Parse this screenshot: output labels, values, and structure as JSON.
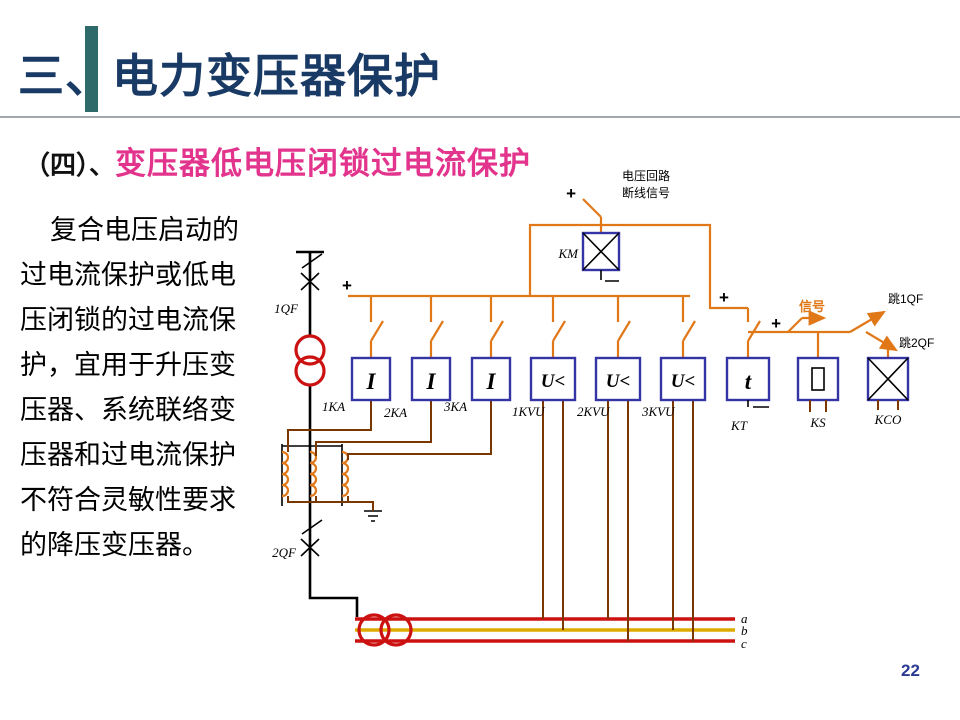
{
  "slide": {
    "title": "三、电力变压器保护",
    "subtitle_prefix": "（四）、",
    "subtitle": "变压器低电压闭锁过电流保护",
    "body_lines": [
      "复合电压启动的",
      "过电流保护或低电",
      "压闭锁的过电流保",
      "护，宜用于升压变",
      "压器、系统联络变",
      "压器和过电流保护",
      "不符合灵敏性要求",
      "的降压变压器。"
    ],
    "page_number": "22"
  },
  "diagram": {
    "breaker1": "1QF",
    "breaker2": "2QF",
    "km_label": "KM",
    "supervision_line1": "电压回路",
    "supervision_line2": "断线信号",
    "plus": "+",
    "signal_label": "信号",
    "trip1": "跳1QF",
    "trip2": "跳2QF",
    "relays": [
      {
        "symbol": "I",
        "label": "1KA"
      },
      {
        "symbol": "I",
        "label": "2KA"
      },
      {
        "symbol": "I",
        "label": "3KA"
      },
      {
        "symbol": "U<",
        "label": "1KVU"
      },
      {
        "symbol": "U<",
        "label": "2KVU"
      },
      {
        "symbol": "U<",
        "label": "3KVU"
      },
      {
        "symbol": "t",
        "label": "KT"
      },
      {
        "symbol": "",
        "label": "KS"
      },
      {
        "symbol": "",
        "label": "KCO"
      }
    ],
    "phases": [
      "a",
      "b",
      "c"
    ],
    "colors": {
      "control_wire": "#E07818",
      "current_wire": "#7A3800",
      "relay_border": "#3434A4",
      "bus_red": "#CC1111",
      "bus_yellow": "#DDAA00",
      "transformer": "#CC1111",
      "title": "#1A3A66",
      "subtitle": "#E2348C"
    }
  }
}
